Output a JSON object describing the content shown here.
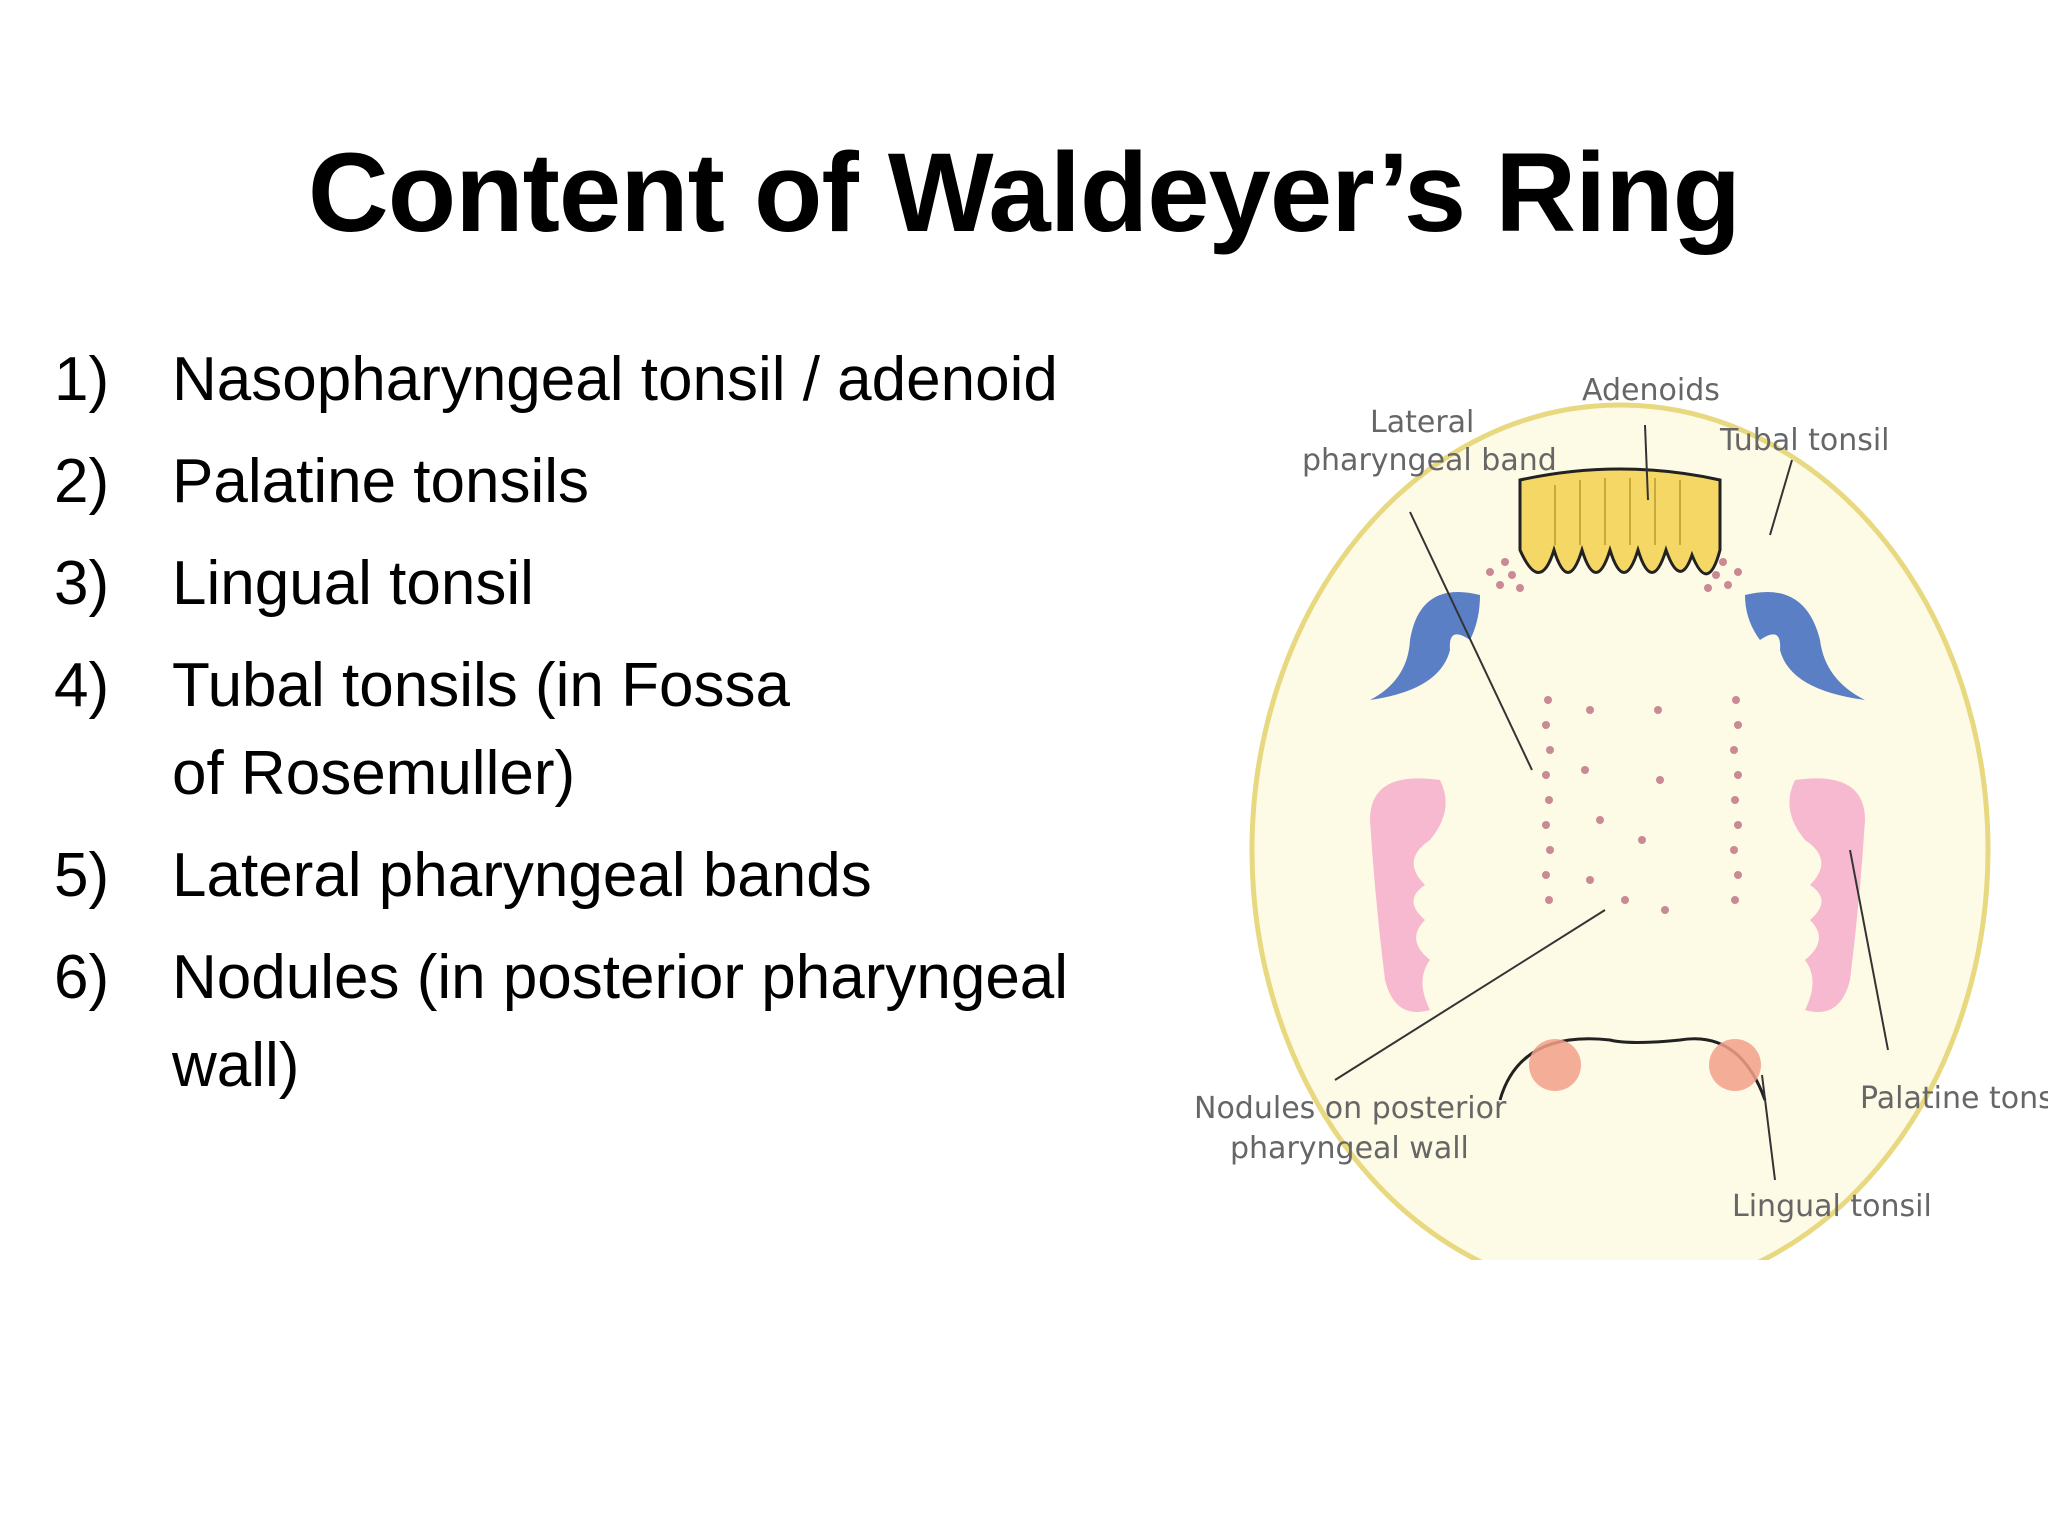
{
  "slide": {
    "title": "Content of Waldeyer’s Ring",
    "items": [
      {
        "number": "1)",
        "text": "Nasopharyngeal tonsil / adenoid"
      },
      {
        "number": "2)",
        "text": "Palatine tonsils"
      },
      {
        "number": "3)",
        "text": "Lingual tonsil"
      },
      {
        "number": "4)",
        "text": "Tubal tonsils (in Fossa of Rosemuller)"
      },
      {
        "number": "5)",
        "text": "Lateral pharyngeal bands"
      },
      {
        "number": "6)",
        "text": "Nodules (in posterior pharyngeal wall)"
      }
    ]
  },
  "diagram": {
    "labels": {
      "adenoids": "Adenoids",
      "lateral_line1": "Lateral",
      "lateral_line2": "pharyngeal band",
      "tubal": "Tubal tonsil",
      "nodules_line1": "Nodules on posterior",
      "nodules_line2": "pharyngeal wall",
      "palatine": "Palatine tonsil",
      "lingual": "Lingual tonsil"
    },
    "colors": {
      "outline": "#e8d880",
      "fill": "#fdfbe6",
      "adenoid": "#f5d765",
      "tubal": "#5b7fc4",
      "palatine": "#f7b9cf",
      "lingual": "#f2a08a",
      "dots": "#c98a94"
    }
  }
}
